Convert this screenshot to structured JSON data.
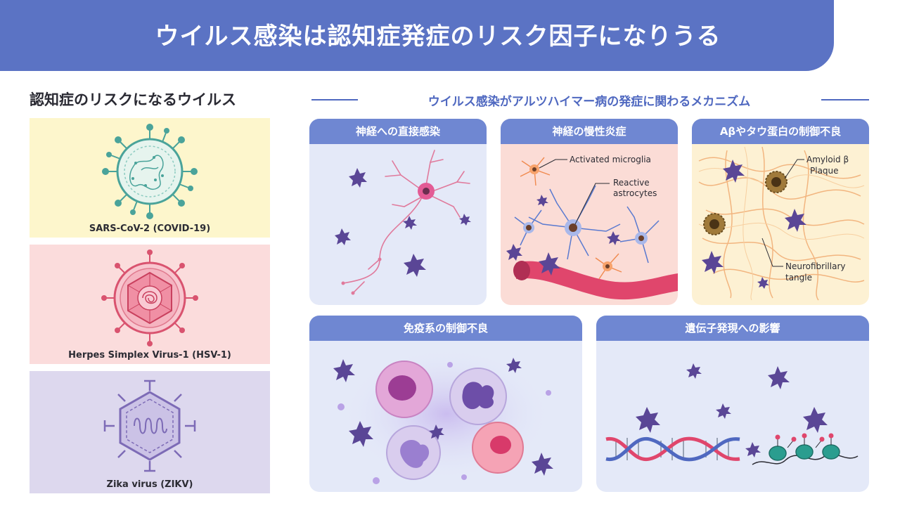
{
  "header": {
    "title": "ウイルス感染は認知症発症のリスク因子になりうる"
  },
  "left": {
    "title": "認知症のリスクになるウイルス",
    "viruses": [
      {
        "label": "SARS-CoV-2 (COVID-19)",
        "bg": "#fdf6cc"
      },
      {
        "label": "Herpes Simplex Virus-1 (HSV-1)",
        "bg": "#fbdcdc"
      },
      {
        "label": "Zika virus (ZIKV)",
        "bg": "#ddd8ee"
      }
    ]
  },
  "mechanisms": {
    "title": "ウイルス感染がアルツハイマー病の発症に関わるメカニズム",
    "cards": [
      {
        "title": "神経への直接感染"
      },
      {
        "title": "神経の慢性炎症",
        "annotations": {
          "microglia": "Activated microglia",
          "astro1": "Reactive",
          "astro2": "astrocytes"
        }
      },
      {
        "title": "Aβやタウ蛋白の制御不良",
        "annotations": {
          "plaque1": "Amyloid β",
          "plaque2": "Plaque",
          "tangle1": "Neurofibrillary",
          "tangle2": "tangle"
        }
      },
      {
        "title": "免疫系の制御不良"
      },
      {
        "title": "遺伝子発現への影響"
      }
    ]
  },
  "colors": {
    "header": "#5b73c4",
    "accent": "#4f68c0",
    "card_head": "#6f87d2",
    "card_body": "#e4e9f8",
    "virus": "#5a4696"
  }
}
